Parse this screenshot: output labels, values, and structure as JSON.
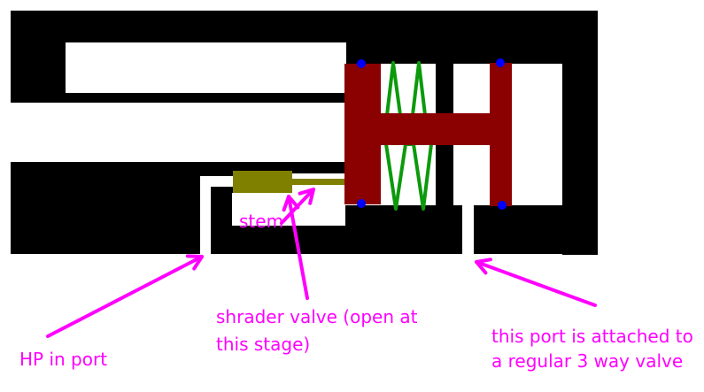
{
  "diagram": {
    "name": "schrader valve cross-section diagram",
    "labels": {
      "stem": "stem",
      "hp_port": "HP in port",
      "shrader_line1": "shrader valve (open at",
      "shrader_line2": "this stage)",
      "three_way_line1": "this port is attached to",
      "three_way_line2": "a regular 3 way valve"
    }
  },
  "colors": {
    "background": "#ffffff",
    "body": "#000000",
    "piston": "#8b0000",
    "valve": "#808000",
    "spring": "#0b9a0b",
    "dot": "#0000ff",
    "annotation": "#ff00ff"
  }
}
